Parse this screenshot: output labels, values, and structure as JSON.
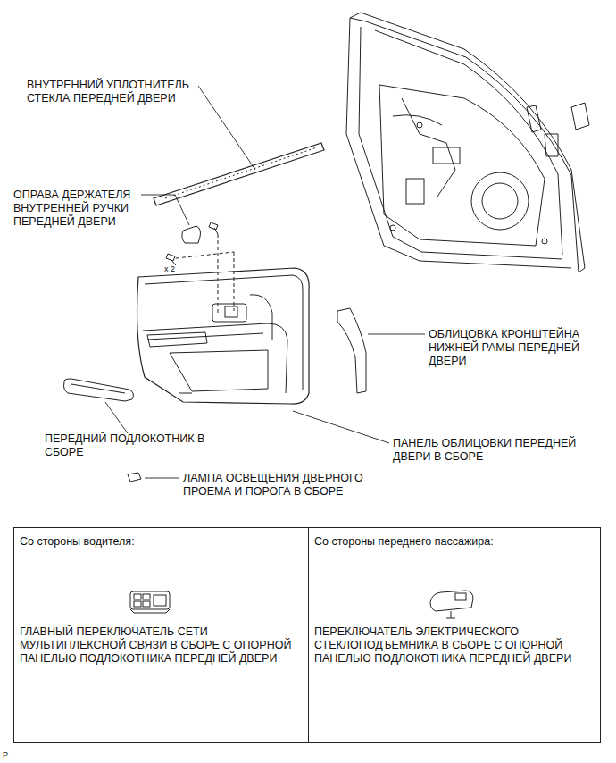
{
  "diagram": {
    "nodes": [
      {
        "text": [
          "Со стороны водителя:",
          "ГЛАВНЫЙ ПЕРЕКЛЮЧАТЕЛЬ СЕТИ МУЛЬТИПЛЕКСНОЙ СВЯЗИ В СБОРЕ С ОПОРНОЙ ПАНЕЛЬЮ ПОДЛОКОТНИКА ПЕРЕДНЕЙ ДВЕРИ"
        ]
      },
      {
        "text": [
          "Со стороны переднего пассажира:",
          "ПЕРЕКЛЮЧАТЕЛЬ ЭЛЕКТРИЧЕСКОГО СТЕКЛОПОДЪЕМНИКА В СБОРЕ С ОПОРНОЙ ПАНЕЛЬЮ ПОДЛОКОТНИКА ПЕРЕДНЕЙ ДВЕРИ"
        ]
      }
    ],
    "labels": [
      "ВНУТРЕННИЙ УПЛОТНИТЕЛЬ СТЕКЛА ПЕРЕДНЕЙ ДВЕРИ",
      "ОПРАВА ДЕРЖАТЕЛЯ ВНУТРЕННЕЙ РУЧКИ ПЕРЕДНЕЙ ДВЕРИ",
      "x 2",
      "ОБЛИЦОВКА КРОНШТЕЙНА НИЖНЕЙ РАМЫ ПЕРЕДНЕЙ ДВЕРИ",
      "ПЕРЕДНИЙ ПОДЛОКОТНИК В СБОРЕ",
      "ПАНЕЛЬ ОБЛИЦОВКИ ПЕРЕДНЕЙ ДВЕРИ В СБОРЕ",
      "ЛАМПА ОСВЕЩЕНИЯ ДВЕРНОГО ПРОЕМА И ПОРОГА В СБОРЕ",
      "P"
    ]
  }
}
